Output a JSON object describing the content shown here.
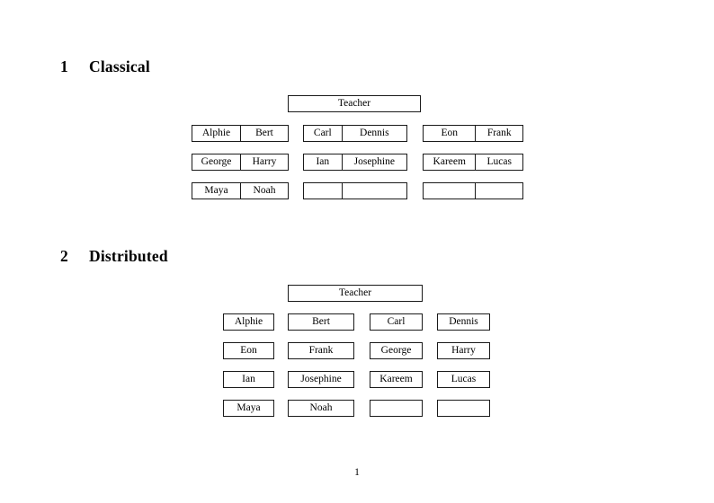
{
  "document": {
    "page_number": "1"
  },
  "sections": [
    {
      "number": "1",
      "title": "Classical",
      "teacher": {
        "label": "Teacher"
      },
      "groups": [
        {
          "name": "group-left",
          "rows": [
            {
              "cells": [
                "Alphie",
                "Bert"
              ]
            },
            {
              "cells": [
                "George",
                "Harry"
              ]
            },
            {
              "cells": [
                "Maya",
                "Noah"
              ]
            }
          ]
        },
        {
          "name": "group-middle",
          "rows": [
            {
              "cells": [
                "Carl",
                "Dennis"
              ]
            },
            {
              "cells": [
                "Ian",
                "Josephine"
              ]
            },
            {
              "cells": [
                "",
                ""
              ]
            }
          ]
        },
        {
          "name": "group-right",
          "rows": [
            {
              "cells": [
                "Eon",
                "Frank"
              ]
            },
            {
              "cells": [
                "Kareem",
                "Lucas"
              ]
            },
            {
              "cells": [
                "",
                ""
              ]
            }
          ]
        }
      ]
    },
    {
      "number": "2",
      "title": "Distributed",
      "teacher": {
        "label": "Teacher"
      },
      "rows": [
        {
          "cells": [
            "Alphie",
            "Bert",
            "Carl",
            "Dennis"
          ]
        },
        {
          "cells": [
            "Eon",
            "Frank",
            "George",
            "Harry"
          ]
        },
        {
          "cells": [
            "Ian",
            "Josephine",
            "Kareem",
            "Lucas"
          ]
        },
        {
          "cells": [
            "Maya",
            "Noah",
            "",
            ""
          ]
        }
      ]
    }
  ]
}
